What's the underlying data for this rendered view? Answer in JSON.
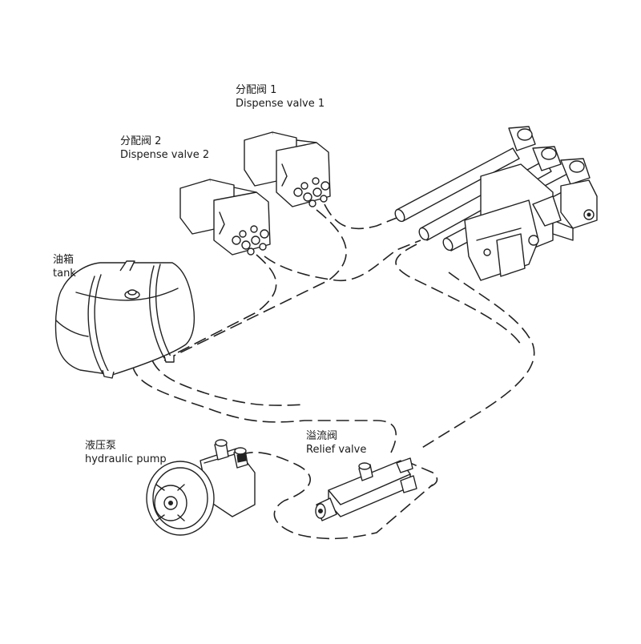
{
  "labels": {
    "dispense_valve_1": {
      "zh": "分配阀 1",
      "en": "Dispense valve 1"
    },
    "dispense_valve_2": {
      "zh": "分配阀 2",
      "en": "Dispense valve 2"
    },
    "tank": {
      "zh": "油箱",
      "en": "tank"
    },
    "hydraulic_pump": {
      "zh": "液压泵",
      "en": "hydraulic pump"
    },
    "relief_valve": {
      "zh": "溢流阀",
      "en": "Relief valve"
    }
  },
  "colors": {
    "line": "#222222",
    "background": "#ffffff"
  }
}
